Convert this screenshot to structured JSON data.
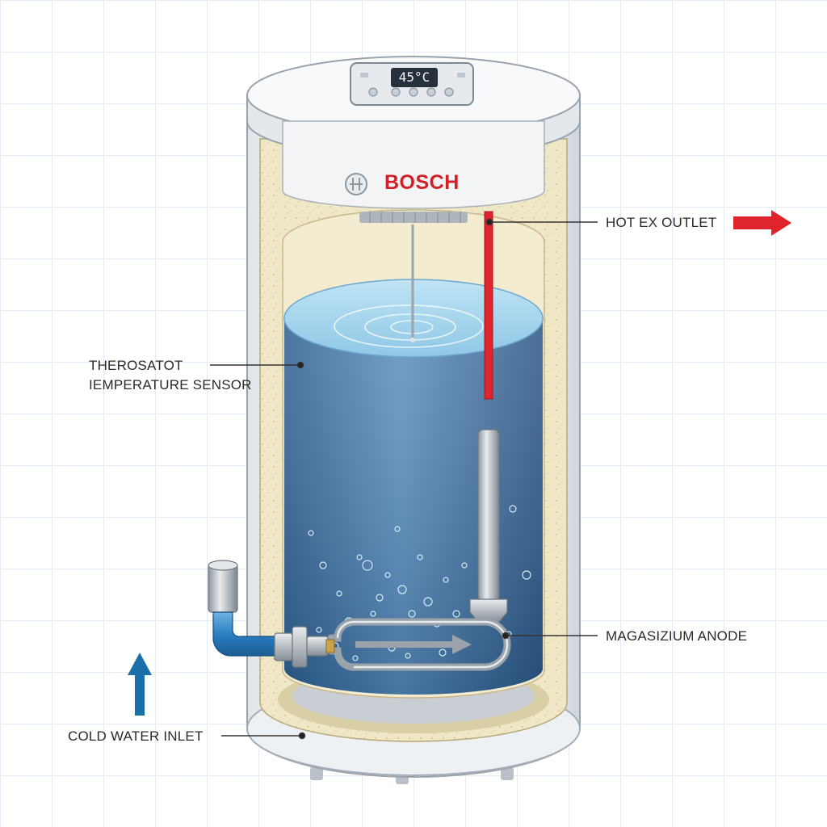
{
  "brand": {
    "name": "BOSCH",
    "color": "#d32027",
    "logo_icon": "bosch-armature-logo"
  },
  "display": {
    "temperature": "45°C"
  },
  "callouts": {
    "hot_outlet": "HOT EX OUTLET",
    "thermostat_line1": "THEROSATOT",
    "thermostat_line2": "IEMPERATURE SENSOR",
    "anode": "MAGASIZIUM ANODE",
    "cold_inlet": "COLD WATER INLET"
  },
  "colors": {
    "hot": "#e0242b",
    "cold": "#1b6fa8",
    "water": "#3f6f9c",
    "insulation": "#efe6c4",
    "casing": "#f5f7f9"
  },
  "icons": {
    "hot_arrow": "arrow-right-icon",
    "cold_arrow": "arrow-up-icon"
  }
}
